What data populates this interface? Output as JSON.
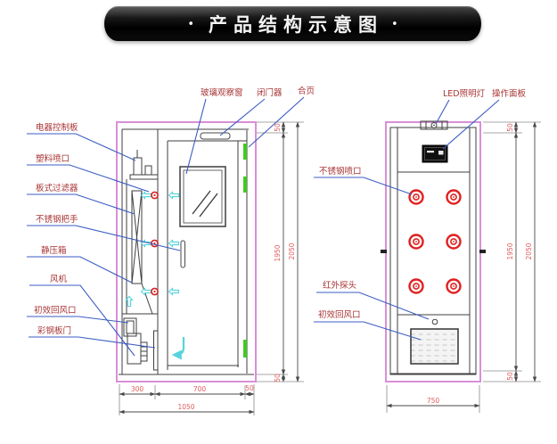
{
  "banner": {
    "bullet_left": "•",
    "title": "产品结构示意图",
    "bullet_right": "•"
  },
  "colors": {
    "frame_pink": "#d98fd6",
    "label_red": "#a83434",
    "dim_red": "#e25c5c",
    "leader_blue": "#3b5cc4",
    "hinge_green": "#3ecb1e",
    "nozzle_red": "#e02020",
    "flow_cyan": "#55d4dc"
  },
  "left_view": {
    "labels": {
      "control_panel": "电器控制板",
      "plastic_nozzle": "塑料喷口",
      "plate_filter": "板式过滤器",
      "handle": "不锈钢把手",
      "plenum": "静压箱",
      "fan": "风机",
      "return_air": "初效回风口",
      "steel_door": "彩钢板门",
      "glass_window": "玻璃观察窗",
      "door_closer": "闭门器",
      "hinge": "合页"
    },
    "dims": {
      "w_left": "300",
      "w_mid": "700",
      "w_right": "50",
      "w_total": "1050",
      "h_inner": "1950",
      "h_total": "2050",
      "h_top": "50",
      "h_bottom": "50"
    }
  },
  "right_view": {
    "labels": {
      "led_light": "LED照明灯",
      "operation_panel": "操作面板",
      "ss_nozzle": "不锈钢喷口",
      "ir_sensor": "红外探头",
      "return_air": "初效回风口"
    },
    "dims": {
      "width": "750",
      "h_inner": "1950",
      "h_total": "2050",
      "h_top": "50",
      "h_bottom": "50"
    }
  }
}
